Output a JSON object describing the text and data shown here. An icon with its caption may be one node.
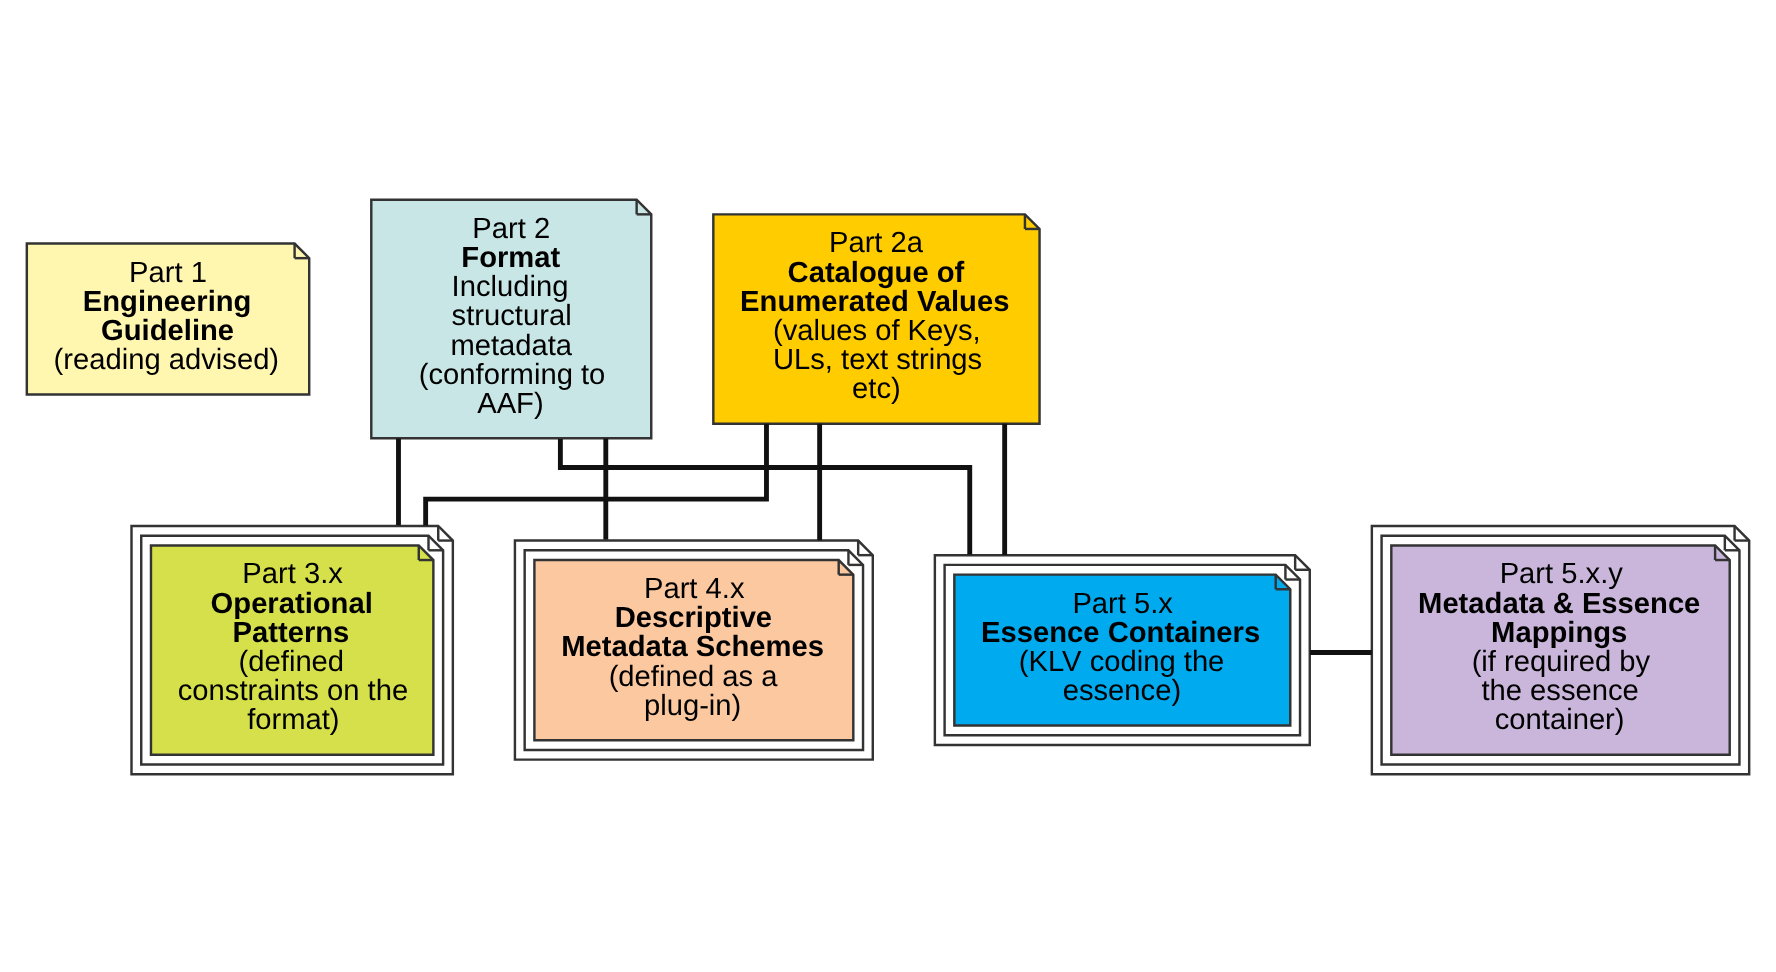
{
  "diagram": {
    "nodes": [
      {
        "text": [
          "Part 1",
          "Engineering Guideline",
          "(reading advised)"
        ]
      },
      {
        "text": [
          "Part 2",
          "Format",
          "Including structural metadata (conforming to AAF)"
        ]
      },
      {
        "text": [
          "Part 2a",
          "Catalogue of Enumerated Values",
          "(values of Keys, ULs, text strings etc)"
        ]
      },
      {
        "text": [
          "Part 3.x",
          "Operational Patterns",
          "(defined constraints on the format)"
        ]
      },
      {
        "text": [
          "Part 4.x",
          "Descriptive Metadata Schemes",
          "(defined as a plug-in)"
        ]
      },
      {
        "text": [
          "Part 5.x",
          "Essence Containers",
          "(KLV coding the essence)"
        ]
      },
      {
        "text": [
          "Part 5.x.y",
          "Metadata & Essence Mappings",
          "(if required by the essence container)"
        ]
      }
    ],
    "edges": [
      {
        "from": 1,
        "to": 3,
        "arrow": "none"
      },
      {
        "from": 1,
        "to": 4,
        "arrow": "none"
      },
      {
        "from": 1,
        "to": 5,
        "arrow": "none"
      },
      {
        "from": 2,
        "to": 3,
        "arrow": "none"
      },
      {
        "from": 2,
        "to": 4,
        "arrow": "none"
      },
      {
        "from": 2,
        "to": 5,
        "arrow": "none"
      },
      {
        "from": 5,
        "to": 6,
        "arrow": "none"
      }
    ]
  }
}
